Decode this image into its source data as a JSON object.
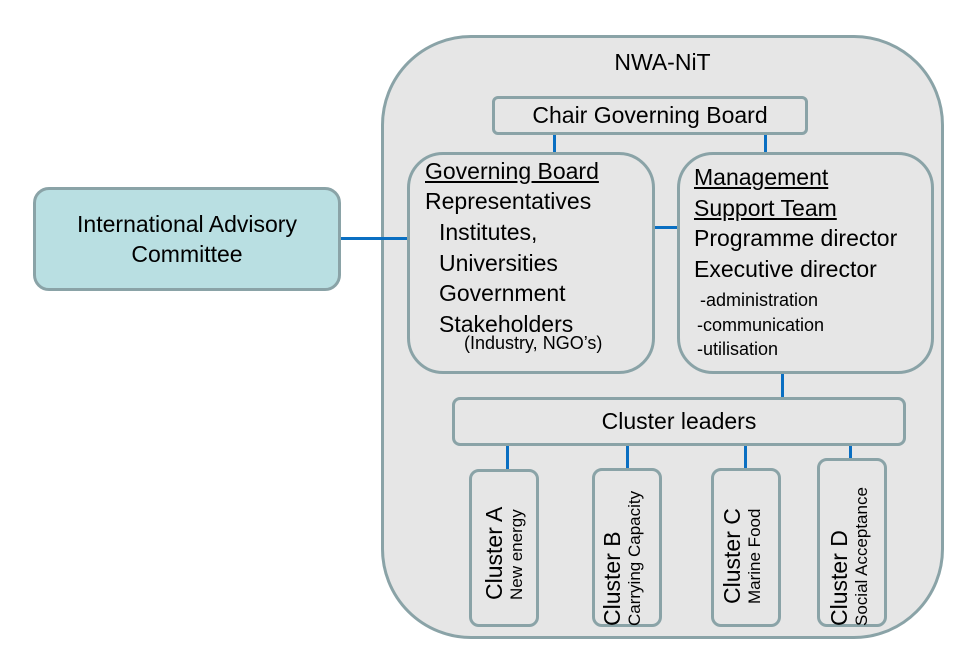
{
  "diagram": {
    "colors": {
      "border": "#8aa3a7",
      "box_fill": "#e6e6e6",
      "advisory_fill": "#b9dfe2",
      "connector": "#0a6fc2",
      "background": "#ffffff"
    },
    "advisory": {
      "line1": "International Advisory",
      "line2": "Committee"
    },
    "organization": {
      "title": "NWA-NiT",
      "chair": "Chair Governing Board",
      "governing_board": {
        "heading": "Governing Board",
        "subheading": "Representatives",
        "items": [
          "Institutes,",
          "Universities",
          "Government",
          "Stakeholders"
        ],
        "note": "(Industry, NGO’s)"
      },
      "management": {
        "heading_line1": "Management",
        "heading_line2": "Support Team",
        "roles": [
          "Programme director",
          "Executive director"
        ],
        "sub_roles": [
          "-administration",
          "-communication",
          "-utilisation"
        ]
      },
      "cluster_leaders": "Cluster leaders",
      "clusters": [
        {
          "name": "Cluster A",
          "topic": "New energy"
        },
        {
          "name": "Cluster B",
          "topic": "Carrying Capacity"
        },
        {
          "name": "Cluster C",
          "topic": "Marine Food"
        },
        {
          "name": "Cluster D",
          "topic": "Social Acceptance"
        }
      ]
    }
  }
}
